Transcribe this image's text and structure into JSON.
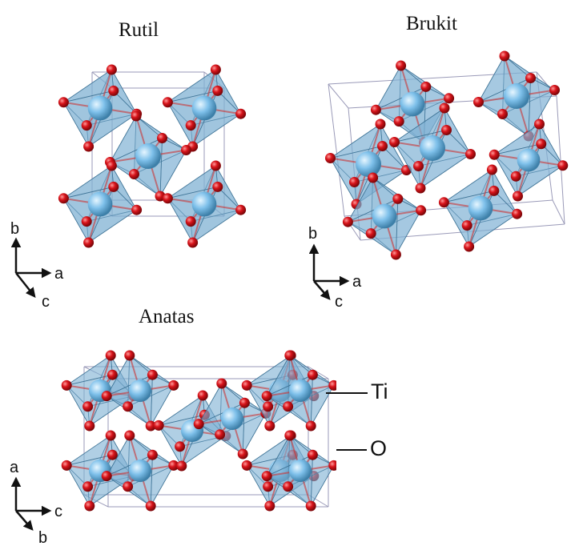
{
  "titles": {
    "rutile": "Rutil",
    "brookite": "Brukit",
    "anatase": "Anatas"
  },
  "axes": {
    "rutile": {
      "up": "b",
      "right": "a",
      "diag": "c"
    },
    "brookite": {
      "up": "b",
      "right": "a",
      "diag": "c"
    },
    "anatase": {
      "up": "a",
      "right": "c",
      "diag": "b"
    }
  },
  "atoms": {
    "ti": "Ti",
    "o": "O"
  },
  "colors": {
    "octahedron_fill": "#7fb1d4",
    "octahedron_edge": "#3a6f92",
    "ti_atom": "#7ec0ea",
    "o_atom": "#d8141b",
    "cell_edge": "#9a9ab8"
  }
}
